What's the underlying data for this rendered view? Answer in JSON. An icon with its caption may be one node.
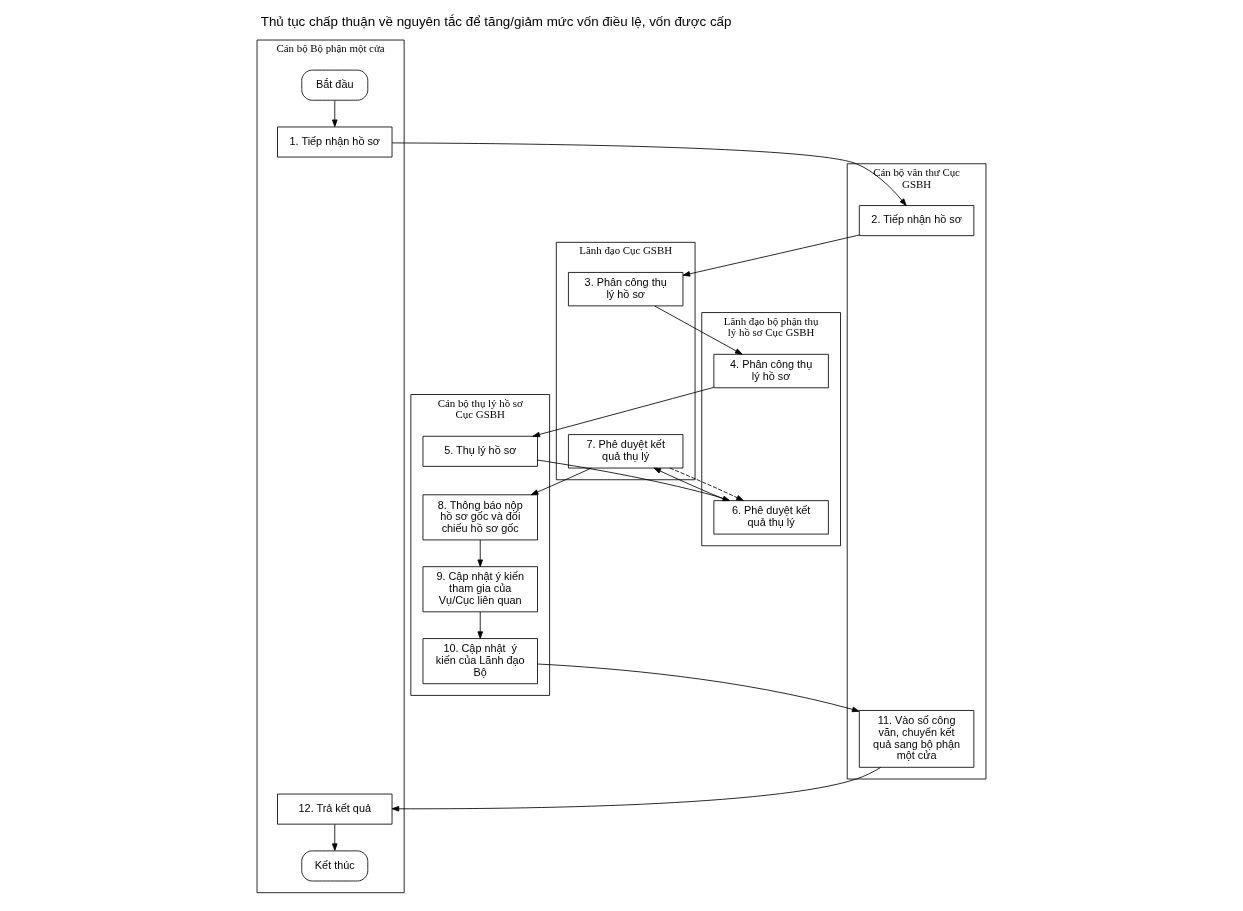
{
  "diagram": {
    "title": "Thủ tục chấp thuận về nguyên tắc để tăng/giảm mức vốn điều lệ, vốn được cấp",
    "nodes": [
      {
        "text": [
          "Cán bộ Bộ phận một cửa"
        ]
      },
      {
        "text": [
          "Bắt đầu"
        ],
        "in": 0
      },
      {
        "text": [
          "1. Tiếp nhận hồ sơ"
        ],
        "in": 0
      },
      {
        "text": [
          "Kết thúc"
        ],
        "in": 0
      },
      {
        "text": [
          "12. Trả kết quả"
        ],
        "in": 0
      },
      {
        "text": [
          "Cán bộ văn thư Cục GSBH"
        ]
      },
      {
        "text": [
          "2. Tiếp nhận hồ sơ"
        ],
        "in": 5
      },
      {
        "text": [
          "11. Vào số công văn, chuyển kết quả sang bộ phận một cửa"
        ],
        "in": 5
      },
      {
        "text": [
          "Lãnh đạo Cục GSBH"
        ]
      },
      {
        "text": [
          "3. Phân công thụ lý hồ sơ"
        ],
        "in": 8
      },
      {
        "text": [
          "7. Phê duyệt kết quả thụ lý"
        ],
        "in": 8
      },
      {
        "text": [
          "Lãnh đạo bộ phận thụ lý hồ sơ Cục GSBH"
        ]
      },
      {
        "text": [
          "4. Phân công thụ lý hồ sơ"
        ],
        "in": 11
      },
      {
        "text": [
          "6. Phê duyệt kết quả thụ lý"
        ],
        "in": 11
      },
      {
        "text": [
          "Cán bộ thụ lý hồ sơ Cục GSBH"
        ]
      },
      {
        "text": [
          "5. Thụ lý hồ sơ"
        ],
        "in": 14
      },
      {
        "text": [
          "8. Thông báo nộp hồ sơ gốc và đối chiếu hồ sơ gốc"
        ],
        "in": 14
      },
      {
        "text": [
          "9. Cập nhật ý kiến tham gia của Vụ/Cục liên quan"
        ],
        "in": 14
      },
      {
        "text": [
          "10. Cập nhật  ý kiến của Lãnh đạo Bộ"
        ],
        "in": 14
      }
    ],
    "edges": [
      {
        "from": 1,
        "to": 2,
        "arrow": "to"
      },
      {
        "from": 2,
        "to": 6,
        "arrow": "to"
      },
      {
        "from": 6,
        "to": 9,
        "arrow": "to"
      },
      {
        "from": 9,
        "to": 12,
        "arrow": "to"
      },
      {
        "from": 12,
        "to": 15,
        "arrow": "to"
      },
      {
        "from": 15,
        "to": 13,
        "arrow": "to"
      },
      {
        "from": 13,
        "to": 10,
        "arrow": "to"
      },
      {
        "from": 10,
        "to": 13,
        "arrow": "to",
        "style": "dashed"
      },
      {
        "from": 10,
        "to": 16,
        "arrow": "to"
      },
      {
        "from": 16,
        "to": 17,
        "arrow": "to"
      },
      {
        "from": 17,
        "to": 18,
        "arrow": "to"
      },
      {
        "from": 18,
        "to": 7,
        "arrow": "to"
      },
      {
        "from": 7,
        "to": 4,
        "arrow": "to"
      },
      {
        "from": 4,
        "to": 3,
        "arrow": "to"
      }
    ]
  }
}
